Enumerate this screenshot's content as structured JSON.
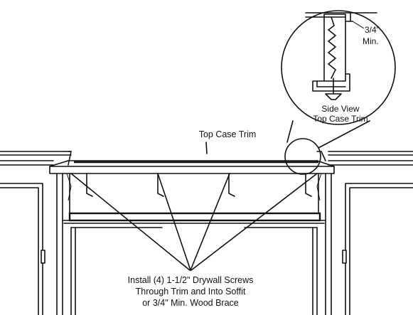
{
  "labels": {
    "top_case_trim": "Top Case Trim",
    "dimension_line1": "3/4\"",
    "dimension_line2": "Min.",
    "side_view_line1": "Side View",
    "side_view_line2": "Top Case Trim",
    "install_line1": "Install (4) 1-1/2\" Drywall Screws",
    "install_line2": "Through Trim and Into Soffit",
    "install_line3": "or 3/4\" Min. Wood Brace"
  }
}
